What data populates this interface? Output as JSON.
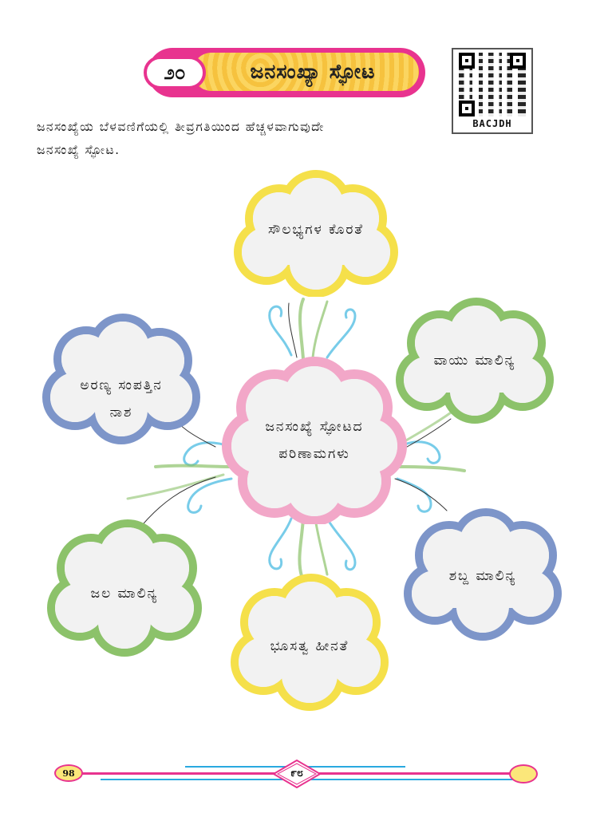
{
  "header": {
    "lesson_number": "೨೦",
    "title": "ಜನಸಂಖ್ಯಾ ಸ್ಫೋಟ",
    "qr_code_text": "BACJDH"
  },
  "intro": {
    "line1": "ಜನಸಂಖ್ಯೆಯ ಬೆಳವಣಿಗೆಯಲ್ಲಿ ತೀವ್ರಗತಿಯಿಂದ ಹೆಚ್ಚಳವಾಗುವುದೇ",
    "line2": "ಜನಸಂಖ್ಯೆ ಸ್ಫೋಟ."
  },
  "diagram": {
    "center": {
      "line1": "ಜನಸಂಖ್ಯೆ ಸ್ಫೋಟದ",
      "line2": "ಪರಿಣಾಮಗಳು"
    },
    "top": "ಸೌಲಭ್ಯಗಳ ಕೊರತೆ",
    "left_upper": {
      "line1": "ಅರಣ್ಯ ಸಂಪತ್ತಿನ",
      "line2": "ನಾಶ"
    },
    "right_upper": "ವಾಯು ಮಾಲಿನ್ಯ",
    "left_lower": "ಜಲ ಮಾಲಿನ್ಯ",
    "right_lower": "ಶಬ್ದ ಮಾಲಿನ್ಯ",
    "bottom": "ಭೂಸತ್ವ ಹೀನತೆ"
  },
  "colors": {
    "pink": "#e8338f",
    "yellow": "#f5e04a",
    "green": "#8cc26a",
    "blue": "#7d95c9",
    "banner_gold": "#f6c23e",
    "swirl_blue": "#3fb6e0"
  },
  "footer": {
    "page_number": "98",
    "page_number_kannada": "೯೮"
  }
}
